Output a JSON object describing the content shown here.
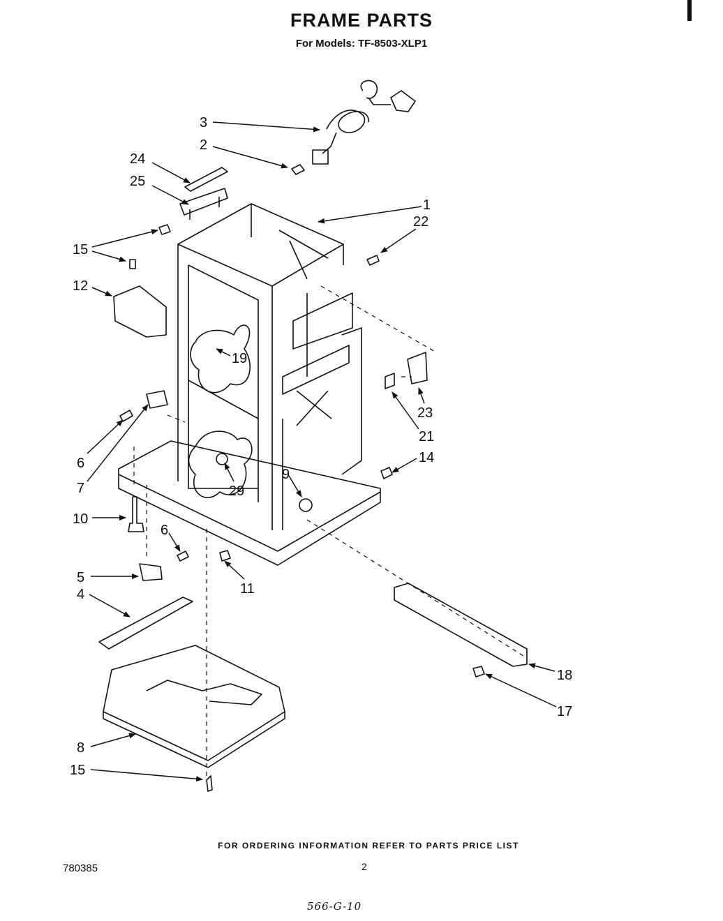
{
  "title": "FRAME PARTS",
  "subtitle": "For Models:  TF-8503-XLP1",
  "footer": "FOR ORDERING INFORMATION REFER TO PARTS PRICE LIST",
  "document_number": "780385",
  "page_number": "2",
  "handwritten_note": "566-G-10",
  "callouts": {
    "c3": "3",
    "c2": "2",
    "c24": "24",
    "c25": "25",
    "c1": "1",
    "c22": "22",
    "c15a": "15",
    "c12": "12",
    "c19": "19",
    "c23": "23",
    "c21": "21",
    "c6a": "6",
    "c7": "7",
    "c14": "14",
    "c9": "9",
    "c29": "29",
    "c10": "10",
    "c6b": "6",
    "c11": "11",
    "c5": "5",
    "c4": "4",
    "c18": "18",
    "c17": "17",
    "c8": "8",
    "c15b": "15"
  }
}
